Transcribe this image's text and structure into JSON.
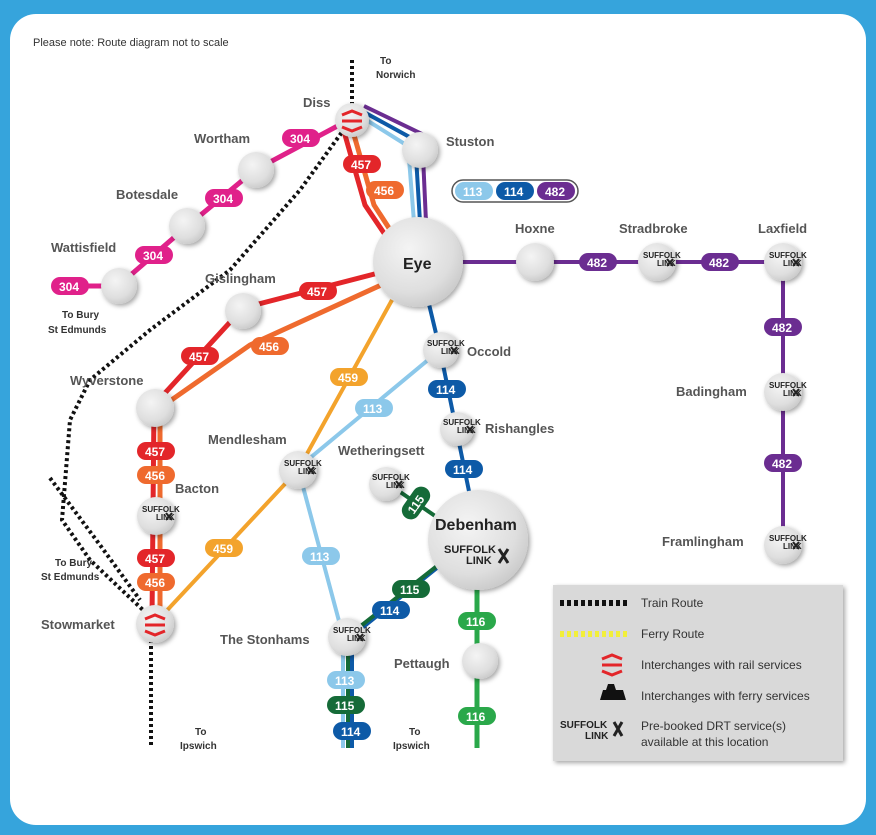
{
  "note": "Please note: Route diagram not to scale",
  "destinations": {
    "norwich_to": "To",
    "norwich": "Norwich",
    "bury1_to": "To Bury",
    "bury1": "St Edmunds",
    "bury2_to": "To Bury",
    "bury2": "St Edmunds",
    "ipswich1_to": "To",
    "ipswich1": "Ipswich",
    "ipswich2_to": "To",
    "ipswich2": "Ipswich"
  },
  "places": {
    "diss": "Diss",
    "wortham": "Wortham",
    "botesdale": "Botesdale",
    "wattisfield": "Wattisfield",
    "stuston": "Stuston",
    "eye": "Eye",
    "hoxne": "Hoxne",
    "stradbroke": "Stradbroke",
    "laxfield": "Laxfield",
    "gislingham": "Gislingham",
    "wyverstone": "Wyverstone",
    "occold": "Occold",
    "rishangles": "Rishangles",
    "badingham": "Badingham",
    "mendlesham": "Mendlesham",
    "wetheringsett": "Wetheringsett",
    "bacton": "Bacton",
    "debenham": "Debenham",
    "framlingham": "Framlingham",
    "stowmarket": "Stowmarket",
    "the_stonhams": "The Stonhams",
    "pettaugh": "Pettaugh"
  },
  "routes": {
    "r304": "304",
    "r457": "457",
    "r456": "456",
    "r459": "459",
    "r113": "113",
    "r114": "114",
    "r115": "115",
    "r116": "116",
    "r482": "482"
  },
  "logo": {
    "top": "SUFFOLK",
    "bottom": "LINK"
  },
  "legend": {
    "train": "Train Route",
    "ferry": "Ferry Route",
    "rail": "Interchanges with rail services",
    "ferry_interchange": "Interchanges with ferry services",
    "drt_line1": "Pre-booked DRT service(s)",
    "drt_line2": "available at this location"
  },
  "colors": {
    "r304": "#e0218a",
    "r457": "#e3262a",
    "r456": "#ef6a2e",
    "r459": "#f3a32c",
    "r113": "#8cc8ea",
    "r114": "#0d5aa7",
    "r115": "#156b38",
    "r116": "#2aa84a",
    "r482": "#6b2d91",
    "rail": "#e3262a",
    "ferry": "#f2ef3a",
    "background": "#36a4dc"
  }
}
